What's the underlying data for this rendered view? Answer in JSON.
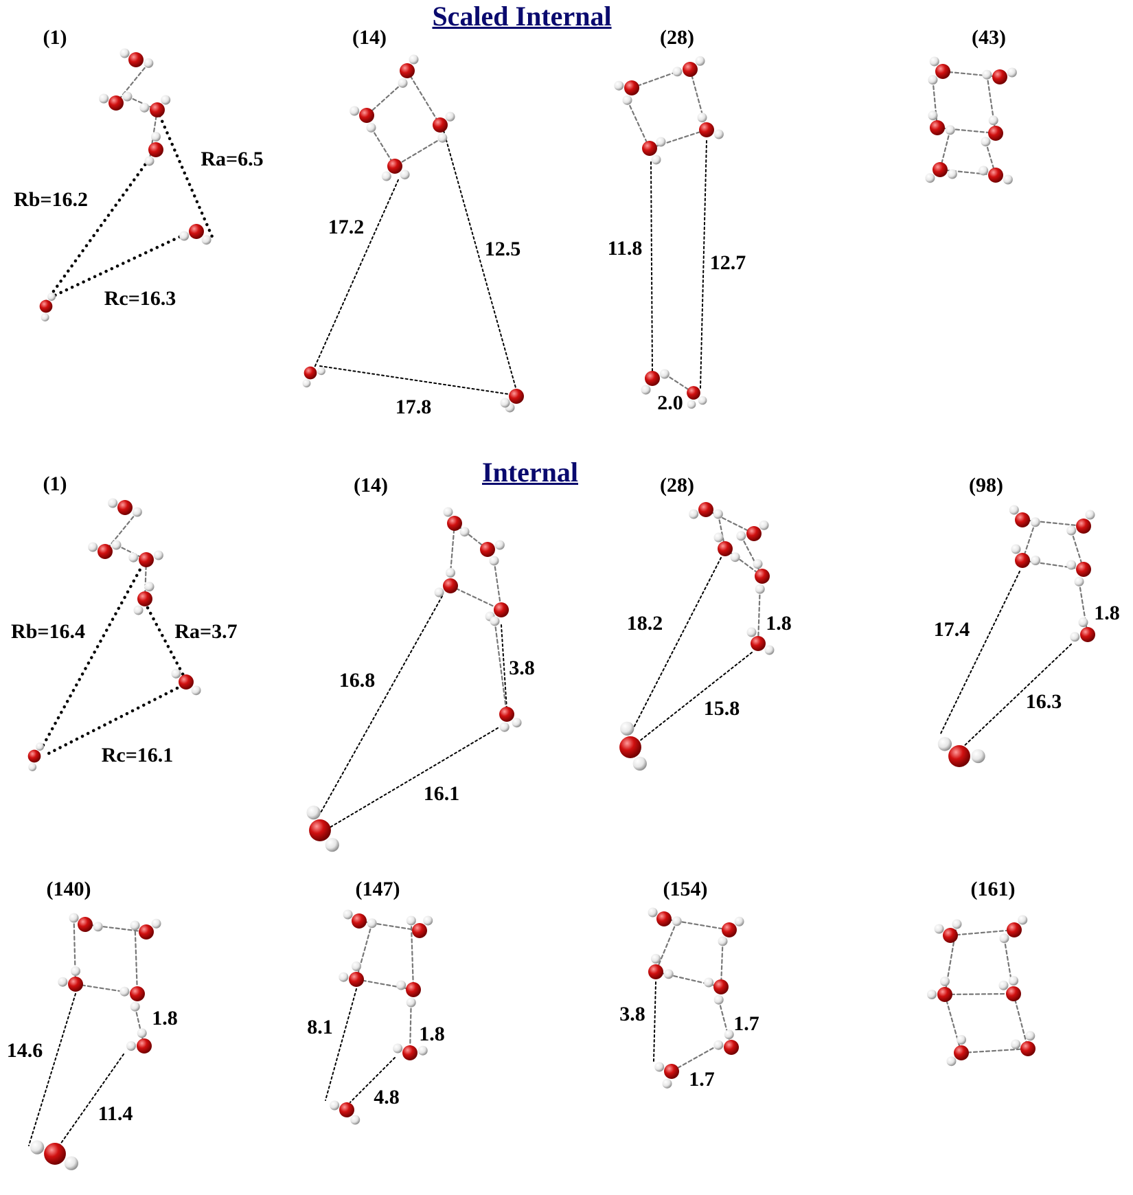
{
  "sections": [
    {
      "title": "Scaled Internal"
    },
    {
      "title": "Internal"
    }
  ],
  "colors": {
    "oxygen": "#d01010",
    "hydrogen": "#e6e6e6",
    "hbond": "#777777",
    "distance": "#000000",
    "title": "#0a0a6e"
  },
  "frames": [
    {
      "label": "(1)",
      "distances": [
        {
          "text": "Ra=6.5"
        },
        {
          "text": "Rb=16.2"
        },
        {
          "text": "Rc=16.3"
        }
      ]
    },
    {
      "label": "(14)",
      "distances": [
        {
          "text": "17.2"
        },
        {
          "text": "12.5"
        },
        {
          "text": "17.8"
        }
      ]
    },
    {
      "label": "(28)",
      "distances": [
        {
          "text": "11.8"
        },
        {
          "text": "12.7"
        },
        {
          "text": "2.0"
        }
      ]
    },
    {
      "label": "(43)",
      "distances": []
    },
    {
      "label": "(1)",
      "distances": [
        {
          "text": "Rb=16.4"
        },
        {
          "text": "Ra=3.7"
        },
        {
          "text": "Rc=16.1"
        }
      ]
    },
    {
      "label": "(14)",
      "distances": [
        {
          "text": "16.8"
        },
        {
          "text": "3.8"
        },
        {
          "text": "16.1"
        }
      ]
    },
    {
      "label": "(28)",
      "distances": [
        {
          "text": "18.2"
        },
        {
          "text": "1.8"
        },
        {
          "text": "15.8"
        }
      ]
    },
    {
      "label": "(98)",
      "distances": [
        {
          "text": "17.4"
        },
        {
          "text": "1.8"
        },
        {
          "text": "16.3"
        }
      ]
    },
    {
      "label": "(140)",
      "distances": [
        {
          "text": "1.8"
        },
        {
          "text": "14.6"
        },
        {
          "text": "11.4"
        }
      ]
    },
    {
      "label": "(147)",
      "distances": [
        {
          "text": "8.1"
        },
        {
          "text": "1.8"
        },
        {
          "text": "4.8"
        }
      ]
    },
    {
      "label": "(154)",
      "distances": [
        {
          "text": "3.8"
        },
        {
          "text": "1.7"
        },
        {
          "text": "1.7"
        }
      ]
    },
    {
      "label": "(161)",
      "distances": []
    }
  ]
}
